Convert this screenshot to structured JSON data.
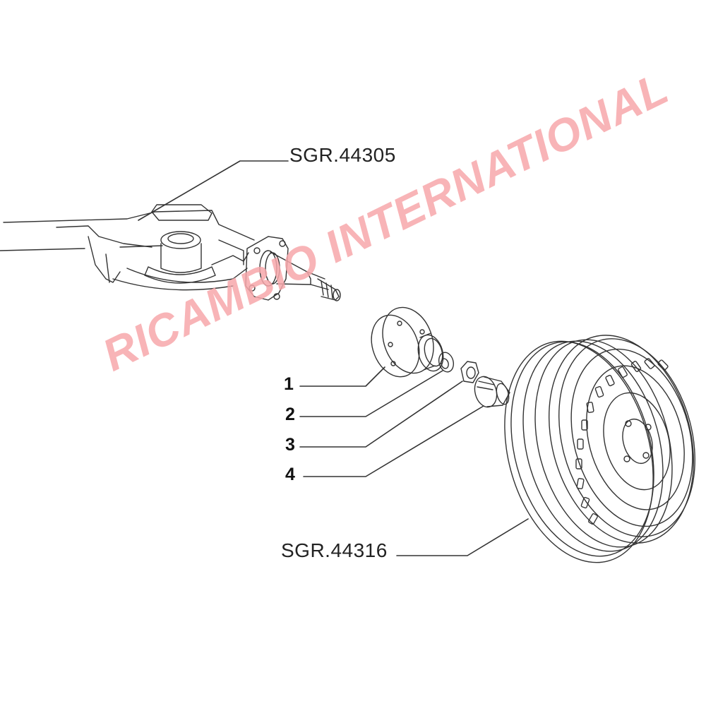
{
  "diagram": {
    "type": "exploded parts diagram",
    "subject": "rear wheel hub assembly"
  },
  "references": [
    {
      "id": "ref-axle",
      "label": "SGR.44305",
      "points_to": "rear axle / stub axle assembly"
    },
    {
      "id": "ref-wheel",
      "label": "SGR.44316",
      "points_to": "wheel rim"
    }
  ],
  "callouts": [
    {
      "number": "1",
      "part": "wheel hub"
    },
    {
      "number": "2",
      "part": "washer"
    },
    {
      "number": "3",
      "part": "nut"
    },
    {
      "number": "4",
      "part": "hub cap"
    }
  ],
  "watermark": {
    "text": "RICAMBIO INTERNATIONAL",
    "color": "#f7a8ab"
  },
  "colors": {
    "line": "#333333",
    "background": "#ffffff"
  }
}
